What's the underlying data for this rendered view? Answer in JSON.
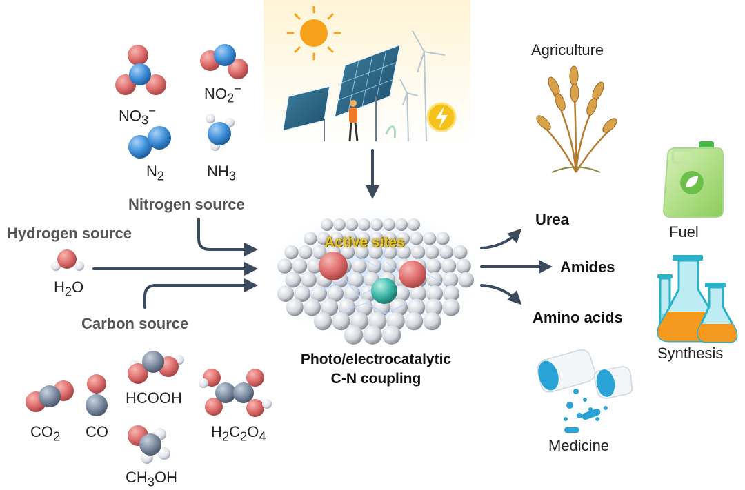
{
  "labels": {
    "nitrogen_source": "Nitrogen source",
    "hydrogen_source": "Hydrogen source",
    "carbon_source": "Carbon source",
    "active_sites": "Active sites",
    "process_line1": "Photo/electrocatalytic",
    "process_line2": "C-N coupling",
    "urea": "Urea",
    "amides": "Amides",
    "amino_acids": "Amino acids",
    "agriculture": "Agriculture",
    "fuel": "Fuel",
    "synthesis": "Synthesis",
    "medicine": "Medicine"
  },
  "molecules": {
    "no3": {
      "base": "NO",
      "sub": "3",
      "sup": "−"
    },
    "no2": {
      "base": "NO",
      "sub": "2",
      "sup": "−"
    },
    "n2": {
      "base": "N",
      "sub": "2"
    },
    "nh3": {
      "base": "NH",
      "sub": "3"
    },
    "h2o": {
      "pre": "H",
      "sub": "2",
      "post": "O"
    },
    "co2": {
      "base": "CO",
      "sub": "2"
    },
    "co": {
      "base": "CO"
    },
    "hcooh": {
      "base": "HCOOH"
    },
    "ch3oh": {
      "pre": "CH",
      "sub": "3",
      "post": "OH"
    },
    "h2c2o4": {
      "a": "H",
      "s1": "2",
      "b": "C",
      "s2": "2",
      "c": "O",
      "s3": "4"
    }
  },
  "colors": {
    "oxygen": "#e06b6b",
    "nitrogen": "#3f8fd6",
    "carbon": "#7f8ea3",
    "hydrogen": "#e6e8ee",
    "arrow": "#3c4a5e",
    "active_text": "#e8c62a"
  }
}
